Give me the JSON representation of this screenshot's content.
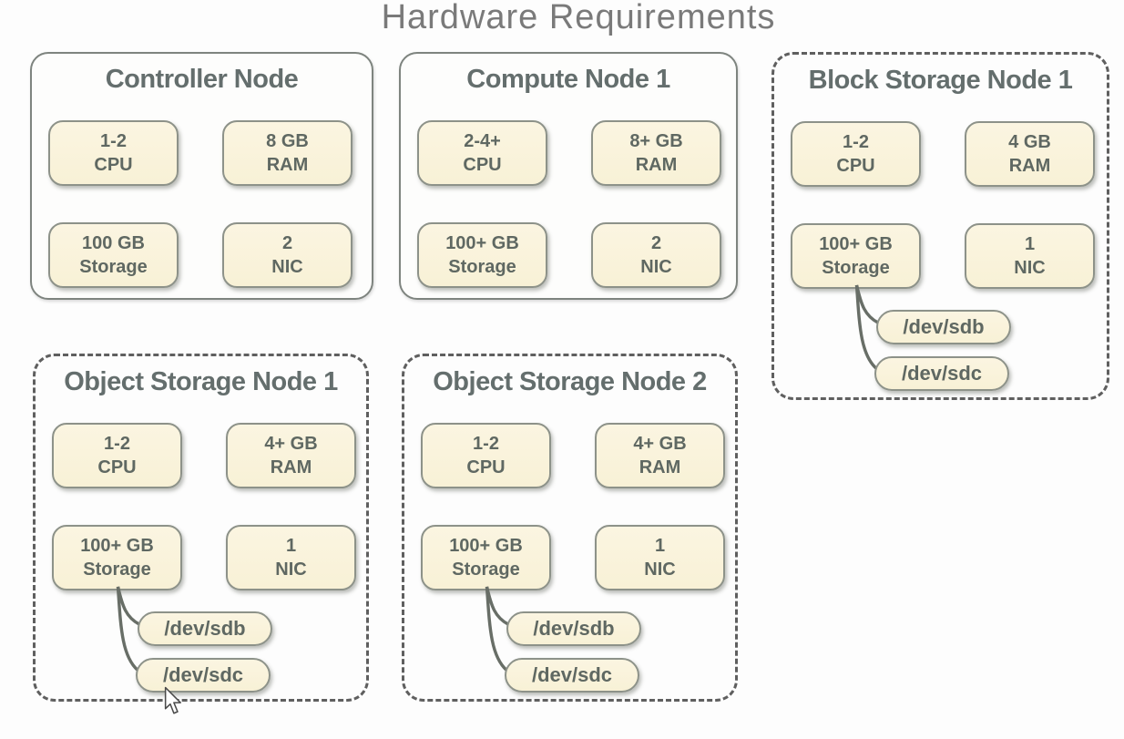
{
  "title": "Hardware Requirements",
  "colors": {
    "chip_fill": "#f9f2d8",
    "chip_border": "#8d9289",
    "solid_box_border": "#7e847f",
    "dashed_box_border": "#5f5f5f",
    "title_text": "#7a7a7a",
    "node_title_text": "#646e6d",
    "chip_text": "#5f6862",
    "connector": "#686e67"
  },
  "nodes": [
    {
      "id": "controller-node",
      "title": "Controller Node",
      "border_style": "solid",
      "chips": [
        {
          "value": "1-2",
          "label": "CPU"
        },
        {
          "value": "8 GB",
          "label": "RAM"
        },
        {
          "value": "100 GB",
          "label": "Storage"
        },
        {
          "value": "2",
          "label": "NIC"
        }
      ],
      "disks": []
    },
    {
      "id": "compute-node-1",
      "title": "Compute Node 1",
      "border_style": "solid",
      "chips": [
        {
          "value": "2-4+",
          "label": "CPU"
        },
        {
          "value": "8+ GB",
          "label": "RAM"
        },
        {
          "value": "100+ GB",
          "label": "Storage"
        },
        {
          "value": "2",
          "label": "NIC"
        }
      ],
      "disks": []
    },
    {
      "id": "block-storage-node-1",
      "title": "Block Storage Node 1",
      "border_style": "dashed",
      "chips": [
        {
          "value": "1-2",
          "label": "CPU"
        },
        {
          "value": "4 GB",
          "label": "RAM"
        },
        {
          "value": "100+ GB",
          "label": "Storage"
        },
        {
          "value": "1",
          "label": "NIC"
        }
      ],
      "disks": [
        "/dev/sdb",
        "/dev/sdc"
      ]
    },
    {
      "id": "object-storage-node-1",
      "title": "Object Storage Node 1",
      "border_style": "dashed",
      "chips": [
        {
          "value": "1-2",
          "label": "CPU"
        },
        {
          "value": "4+ GB",
          "label": "RAM"
        },
        {
          "value": "100+ GB",
          "label": "Storage"
        },
        {
          "value": "1",
          "label": "NIC"
        }
      ],
      "disks": [
        "/dev/sdb",
        "/dev/sdc"
      ]
    },
    {
      "id": "object-storage-node-2",
      "title": "Object Storage Node 2",
      "border_style": "dashed",
      "chips": [
        {
          "value": "1-2",
          "label": "CPU"
        },
        {
          "value": "4+ GB",
          "label": "RAM"
        },
        {
          "value": "100+ GB",
          "label": "Storage"
        },
        {
          "value": "1",
          "label": "NIC"
        }
      ],
      "disks": [
        "/dev/sdb",
        "/dev/sdc"
      ]
    }
  ],
  "cursor": {
    "visible": true
  }
}
